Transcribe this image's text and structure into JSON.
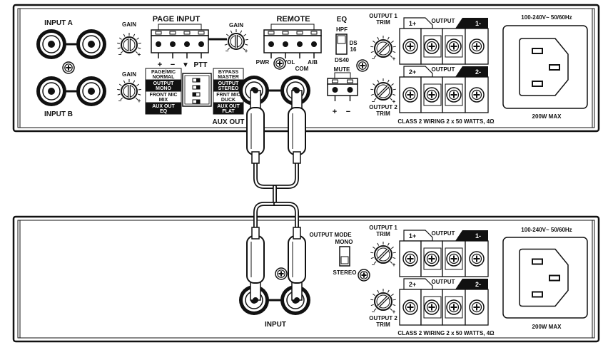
{
  "top_unit": {
    "input_a": "INPUT A",
    "input_b": "INPUT B",
    "gain": "GAIN",
    "page_input": {
      "title": "PAGE INPUT",
      "pins": [
        "+",
        "−",
        "▼",
        "PTT"
      ],
      "gain": "GAIN"
    },
    "dip_labels_left": [
      {
        "lines": [
          "PAGE/MIC",
          "NORMAL"
        ],
        "inverted": false
      },
      {
        "lines": [
          "OUTPUT",
          "MONO"
        ],
        "inverted": true
      },
      {
        "lines": [
          "FRONT MIC",
          "MIX"
        ],
        "inverted": false
      },
      {
        "lines": [
          "AUX OUT",
          "EQ"
        ],
        "inverted": true
      }
    ],
    "dip_labels_right": [
      {
        "lines": [
          "BYPASS",
          "MASTER"
        ],
        "inverted": false
      },
      {
        "lines": [
          "OUTPUT",
          "STEREO"
        ],
        "inverted": true
      },
      {
        "lines": [
          "FRNT MIC",
          "DUCK"
        ],
        "inverted": false
      },
      {
        "lines": [
          "AUX OUT",
          "FLAT"
        ],
        "inverted": true
      }
    ],
    "remote": {
      "title": "REMOTE",
      "pwr": "PWR",
      "vol": "VOL",
      "com": "COM",
      "ab": "A/B"
    },
    "eq": {
      "title": "EQ",
      "hpf": "HPF",
      "ds": "DS",
      "ds16": "16",
      "ds40": "DS40"
    },
    "mute": {
      "title": "MUTE",
      "plus": "+",
      "minus": "−"
    },
    "aux_out": "AUX OUT",
    "output1_trim": [
      "OUTPUT 1",
      "TRIM"
    ],
    "output2_trim": [
      "OUTPUT 2",
      "TRIM"
    ],
    "output_label": "OUTPUT",
    "ch1_plus": "1+",
    "ch1_minus": "1-",
    "ch2_plus": "2+",
    "ch2_minus": "2-",
    "wiring_note": "CLASS 2 WIRING  2 x 50 WATTS, 4Ω",
    "power_rating": "100-240V~ 50/60Hz",
    "max_power": "200W MAX"
  },
  "bottom_unit": {
    "mode": {
      "mono": "MONO",
      "label": "OUTPUT MODE",
      "stereo": "STEREO"
    },
    "input": "INPUT",
    "output1_trim": [
      "OUTPUT 1",
      "TRIM"
    ],
    "output2_trim": [
      "OUTPUT 2",
      "TRIM"
    ],
    "output_label": "OUTPUT",
    "ch1_plus": "1+",
    "ch1_minus": "1-",
    "ch2_plus": "2+",
    "ch2_minus": "2-",
    "wiring_note": "CLASS 2 WIRING  2 x 50 WATTS, 4Ω",
    "power_rating": "100-240V~ 50/60Hz",
    "max_power": "200W MAX"
  },
  "knob_marks": {
    "minus": "−",
    "plus": "+"
  }
}
